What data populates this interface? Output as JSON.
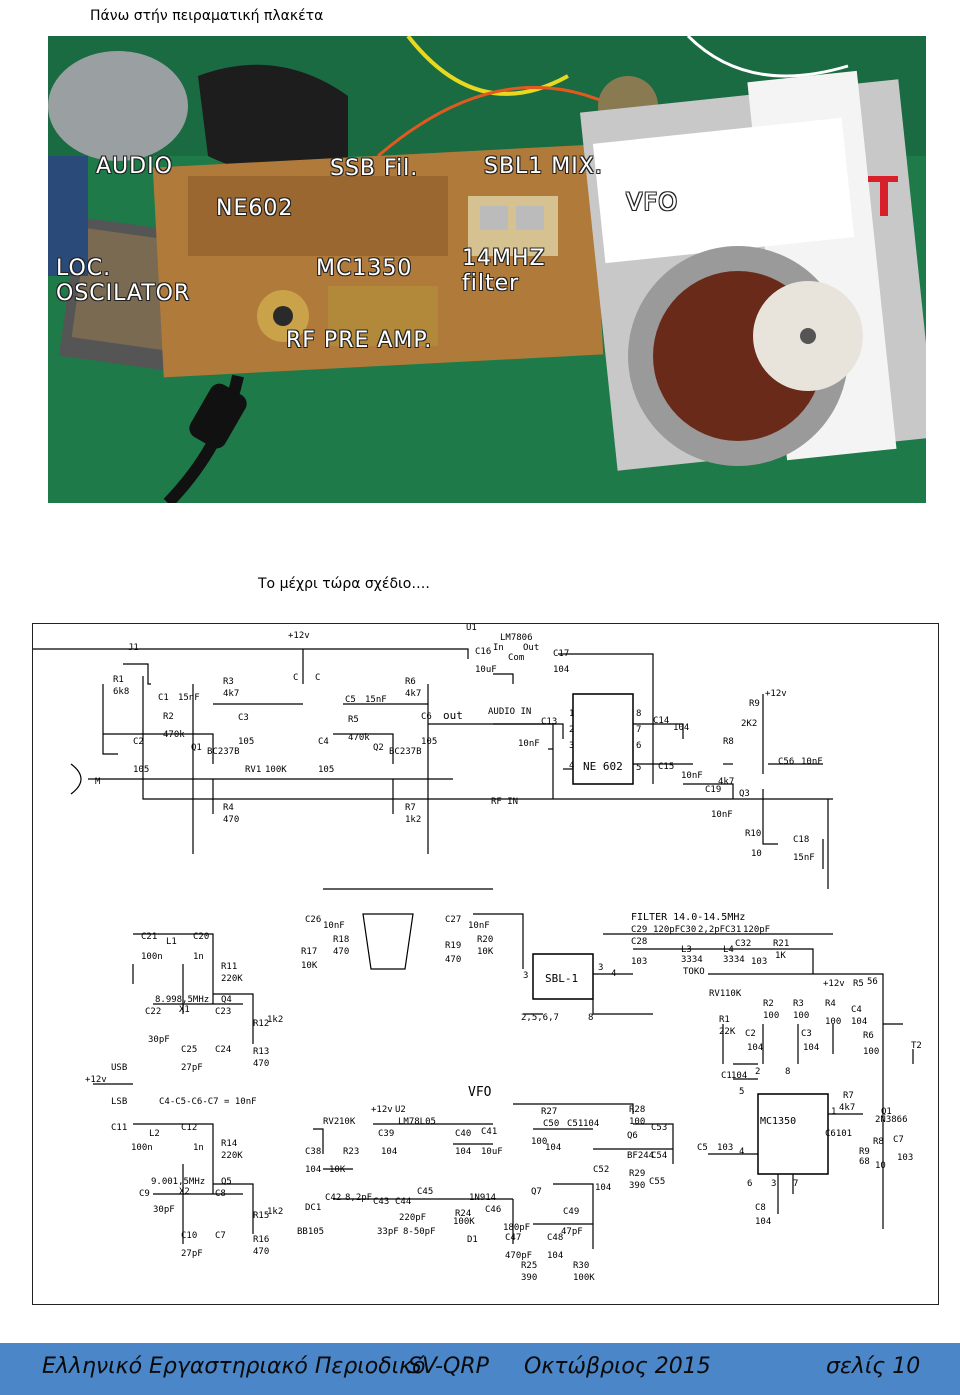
{
  "captions": {
    "top": "Πάνω στήν   πειραματική πλακέτα",
    "middle": "Το μέχρι   τώρα σχέδιο…."
  },
  "photo": {
    "labels": {
      "audio": "AUDIO",
      "ssb_fil": "SSB Fil.",
      "sbl1_mix": "SBL1 MIX.",
      "vfo": "VFO",
      "ne602": "NE602",
      "loc_oscilator": "LOC.\nOSCILATOR",
      "mc1350": "MC1350",
      "filter_14mhz": "14MHZ\nfilter",
      "rf_pre_amp": "RF PRE AMP."
    }
  },
  "schematic": {
    "labels": {
      "j1": "J1",
      "plus12v": "+12v",
      "u1": "U1",
      "lm7806": "LM7806",
      "in": "In",
      "out": "Out",
      "com": "Com",
      "c16": "C16",
      "c17": "C17",
      "v10uf": "10uF",
      "v104": "104",
      "r1": "R1",
      "v6k8": "6k8",
      "c1": "C1",
      "v15nf": "15nF",
      "r2": "R2",
      "v470k": "470k",
      "c2": "C2",
      "v105": "105",
      "q1": "Q1",
      "bc237b": "BC237B",
      "r3": "R3",
      "v4k7": "4k7",
      "c3": "C3",
      "rv1": "RV1",
      "v100k": "100K",
      "r4": "R4",
      "v470": "470",
      "c": "C",
      "c4": "C4",
      "c5": "C5",
      "r5": "R5",
      "q2": "Q2",
      "r6": "R6",
      "c6": "C6",
      "out_label": "out",
      "r7": "R7",
      "v1k2": "1k2",
      "audio_in": "AUDIO IN",
      "rf_in": "RF IN",
      "c13": "C13",
      "v10nf": "10nF",
      "ne602": "NE 602",
      "c14": "C14",
      "c15": "C15",
      "r8": "R8",
      "q3": "Q3",
      "c19": "C19",
      "r9": "R9",
      "v2k2": "2K2",
      "c56": "C56",
      "r10": "R10",
      "v10": "10",
      "c18": "C18",
      "m": "M",
      "c26": "C26",
      "r17": "R17",
      "v10k": "10K",
      "r18": "R18",
      "c27": "C27",
      "r19": "R19",
      "r20": "R20",
      "sbl1": "SBL-1",
      "pins_2567": "2,5,6,7",
      "filter": "FILTER 14.0-14.5MHz",
      "c29": "C29",
      "v120pf": "120pF",
      "c30": "C30",
      "v22pf": "2,2pF",
      "c31": "C31",
      "c28": "C28",
      "l3": "L3",
      "l4": "L4",
      "c32": "C32",
      "r21": "R21",
      "v1k": "1K",
      "v3334": "3334",
      "v103": "103",
      "toko": "TOKO",
      "c21": "C21",
      "l1": "L1",
      "c20": "C20",
      "v100n": "100n",
      "v1n": "1n",
      "r11": "R11",
      "v220k": "220K",
      "f8998": "8.998,5MHz",
      "q4": "Q4",
      "c22": "C22",
      "x1": "X1",
      "c23": "C23",
      "r12": "R12",
      "v30pf": "30pF",
      "c25": "C25",
      "c24": "C24",
      "r13": "R13",
      "v27pf": "27pF",
      "usb": "USB",
      "lsb": "LSB",
      "c4567": "C4-C5-C6-C7 = 10nF",
      "c11": "C11",
      "l2": "L2",
      "c12": "C12",
      "r14": "R14",
      "f9001": "9.001,5MHz",
      "c9": "C9",
      "x2": "X2",
      "q5": "Q5",
      "c8": "C8",
      "r15": "R15",
      "c10": "C10",
      "c7": "C7",
      "r16": "R16",
      "vfo": "VFO",
      "u2": "U2",
      "lm78l05": "LM78L05",
      "rv2": "RV2",
      "c39": "C39",
      "c40": "C40",
      "c41": "C41",
      "c38": "C38",
      "r23": "R23",
      "r27": "R27",
      "c50": "C50",
      "c51": "C51",
      "r28": "R28",
      "v100": "100",
      "q6": "Q6",
      "bf244": "BF244",
      "c53": "C53",
      "c54": "C54",
      "c52": "C52",
      "r29": "R29",
      "v390": "390",
      "c55": "C55",
      "q7": "Q7",
      "c49": "C49",
      "v47pf": "47pF",
      "c42": "C42",
      "c43": "C43",
      "c44": "C44",
      "c45": "C45",
      "v82pf": "8,2pF",
      "v33pf": "33pF",
      "v850pf": "8-50pF",
      "v220pf": "220pF",
      "in914": "1N914",
      "r24": "R24",
      "c46": "C46",
      "dc1": "DC1",
      "bb105": "BB105",
      "d1": "D1",
      "c47": "C47",
      "c48": "C48",
      "v180pf": "180pF",
      "v470pf": "470pF",
      "r25": "R25",
      "r30": "R30",
      "rv1b": "RV1",
      "v10kb": "10K",
      "r2b": "R2",
      "r3b": "R3",
      "r4b": "R4",
      "r5b": "R5",
      "v56": "56",
      "c4b": "C4",
      "r6b": "R6",
      "t2": "T2",
      "r1b": "R1",
      "v22k": "22K",
      "c2b": "C2",
      "c3b": "C3",
      "c1b": "C1",
      "mc1350": "MC1350",
      "r7b": "R7",
      "q1b": "Q1",
      "n2n3866": "2N3866",
      "c6101": "C6101",
      "r8b": "R8",
      "r9b": "R9",
      "v68": "68",
      "c7b": "C7",
      "c5b": "C5",
      "c8b": "C8",
      "n1": "1",
      "n2": "2",
      "n3": "3",
      "n4": "4",
      "n5": "5",
      "n6": "6",
      "n7": "7",
      "n8": "8"
    }
  },
  "footer": {
    "magazine": "Ελληνικό Εργαστηριακό Περιοδικό",
    "name": "SV-QRP",
    "date": "Οκτώβριος 2015",
    "page": "σελίς  10"
  }
}
